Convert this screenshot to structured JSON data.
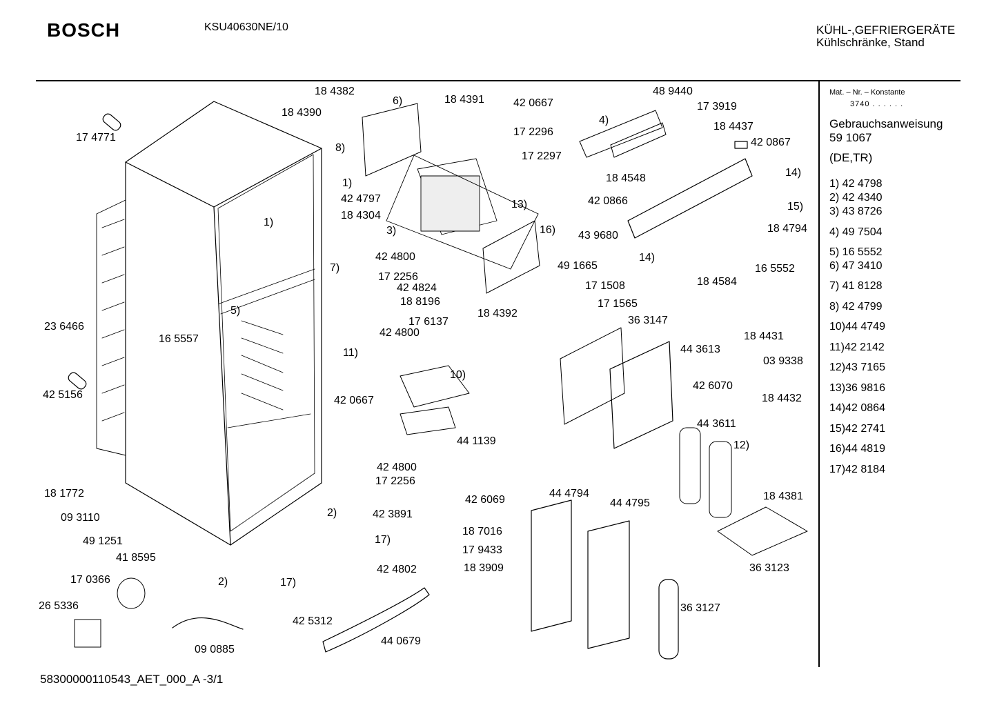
{
  "header": {
    "brand": "BOSCH",
    "model": "KSU40630NE/10",
    "category_line1": "KÜHL-,GEFRIERGERÄTE",
    "category_line2": "Kühlschränke, Stand"
  },
  "sidebar": {
    "mat_label": "Mat. – Nr. – Konstante",
    "mat_value": "3740 . .   . . . .",
    "manual_label": "Gebrauchsanweisung",
    "manual_number": "59 1067",
    "manual_lang": "(DE,TR)",
    "legend": [
      "1) 42 4798",
      "2) 42 4340",
      "3) 43 8726",
      "4) 49 7504",
      "5) 16 5552",
      "6) 47 3410",
      "7) 41 8128",
      "8) 42 4799",
      "10)44 4749",
      "11)42 2142",
      "12)43 7165",
      "13)36 9816",
      "14)42 0864",
      "15)42 2741",
      "16)44 4819",
      "17)42 8184"
    ]
  },
  "footer": "58300000110543_AET_000_A   -3/1",
  "part_labels": [
    "174771:17 4771",
    "236466:23 6466",
    "425156:42 5156",
    "165557:16 5557",
    "181772:18 1772",
    "093110:09 3110",
    "491251:49 1251",
    "418595:41 8595",
    "170366:17 0366",
    "265336:26 5336",
    "090885:09 0885",
    "425312:42 5312",
    "440679:44 0679",
    "184382:18 4382",
    "184390:18 4390",
    "184391:18 4391",
    "420667a:42 0667",
    "172296:17 2296",
    "172297:17 2297",
    "424797:42 4797",
    "184304:18 4304",
    "424800a:42 4800",
    "172256a:17 2256",
    "424824:42 4824",
    "188196:18 8196",
    "176137:17 6137",
    "424800b:42 4800",
    "420667b:42 0667",
    "441139:44 1139",
    "424800c:42 4800",
    "172256b:17 2256",
    "423891:42 3891",
    "424802:42 4802",
    "184392:18 4392",
    "491665:49 1665",
    "171508:17 1508",
    "171565:17 1565",
    "363147:36 3147",
    "489440:48 9440",
    "173919:17 3919",
    "184437:18 4437",
    "420867:42 0867",
    "184548:18 4548",
    "420866:42 0866",
    "439680:43 9680",
    "184794:18 4794",
    "165552:16 5552",
    "184584:18 4584",
    "443613:44 3613",
    "184431:18 4431",
    "039338:03 9338",
    "184432:18 4432",
    "426070:42 6070",
    "443611:44 3611",
    "184381:18 4381",
    "363123:36 3123",
    "426069:42 6069",
    "444794:44 4794",
    "444795:44 4795",
    "187016:18 7016",
    "179433:17 9433",
    "183909:18 3909",
    "363127:36 3127"
  ],
  "callouts": [
    "1)",
    "1)",
    "2)",
    "2)",
    "3)",
    "4)",
    "5)",
    "6)",
    "7)",
    "8)",
    "10)",
    "11)",
    "12)",
    "13)",
    "14)",
    "14)",
    "15)",
    "16)",
    "17)",
    "17)"
  ],
  "colors": {
    "ink": "#000000",
    "paper": "#ffffff",
    "shade": "#d8d8d8"
  }
}
